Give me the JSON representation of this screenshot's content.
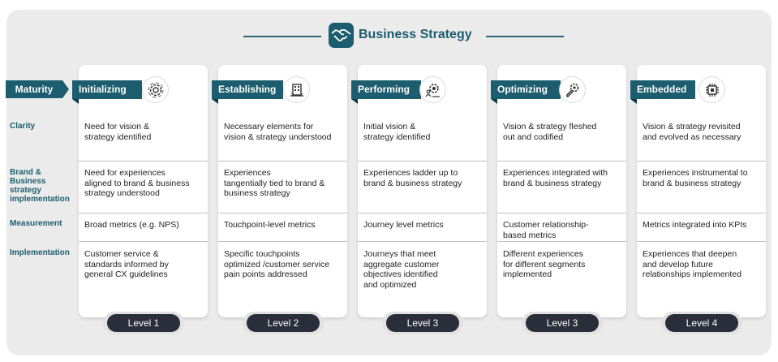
{
  "header": {
    "title": "Business Strategy",
    "icon": "handshake-icon",
    "accent": "#1c5d6f"
  },
  "maturity_label": "Maturity",
  "row_labels": {
    "clarity": "Clarity",
    "brand_1": "Brand &",
    "brand_2": "Business",
    "brand_3": "strategy",
    "brand_4": "implementation",
    "measurement": "Measurement",
    "implementation": "Implementation"
  },
  "stages": [
    {
      "name": "Initializing",
      "icon": "gear-icon",
      "clarity_1": "Need for vision &",
      "clarity_2": "strategy identified",
      "brand_1": "Need for experiences",
      "brand_2": "aligned to brand & business",
      "brand_3": "strategy understood",
      "measure_1": "Broad metrics (e.g. NPS)",
      "measure_2": "",
      "impl_1": "Customer service &",
      "impl_2": "standards informed by",
      "impl_3": "general CX guidelines",
      "impl_4": "",
      "level": "Level 1"
    },
    {
      "name": "Establishing",
      "icon": "building-icon",
      "clarity_1": "Necessary elements for",
      "clarity_2": "vision & strategy understood",
      "brand_1": "Experiences",
      "brand_2": "tangentially tied to brand &",
      "brand_3": "business strategy",
      "measure_1": "Touchpoint-level metrics",
      "measure_2": "",
      "impl_1": "Specific touchpoints",
      "impl_2": "optimized /customer service",
      "impl_3": "pain points addressed",
      "impl_4": "",
      "level": "Level 2"
    },
    {
      "name": "Performing",
      "icon": "gear-person-icon",
      "clarity_1": "Initial vision &",
      "clarity_2": "strategy identified",
      "brand_1": "Experiences ladder up to",
      "brand_2": "brand & business strategy",
      "brand_3": "",
      "measure_1": "Journey level metrics",
      "measure_2": "",
      "impl_1": "Journeys that meet",
      "impl_2": "aggregate customer",
      "impl_3": "objectives identified",
      "impl_4": "and optimized",
      "level": "Level 3"
    },
    {
      "name": "Optimizing",
      "icon": "wrench-gear-icon",
      "clarity_1": "Vision & strategy fleshed",
      "clarity_2": "out and codified",
      "brand_1": "Experiences integrated with",
      "brand_2": "brand & business strategy",
      "brand_3": "",
      "measure_1": "Customer relationship-",
      "measure_2": "based metrics",
      "impl_1": "Different experiences",
      "impl_2": "for different segments",
      "impl_3": "implemented",
      "impl_4": "",
      "level": "Level 3"
    },
    {
      "name": "Embedded",
      "icon": "chip-icon",
      "clarity_1": "Vision & strategy revisited",
      "clarity_2": "and evolved as necessary",
      "brand_1": "Experiences instrumental to",
      "brand_2": "brand & business strategy",
      "brand_3": "",
      "measure_1": "Metrics integrated into KPIs",
      "measure_2": "",
      "impl_1": "Experiences that deepen",
      "impl_2": "and develop future",
      "impl_3": "relationships implemented",
      "impl_4": "",
      "level": "Level 4"
    }
  ]
}
